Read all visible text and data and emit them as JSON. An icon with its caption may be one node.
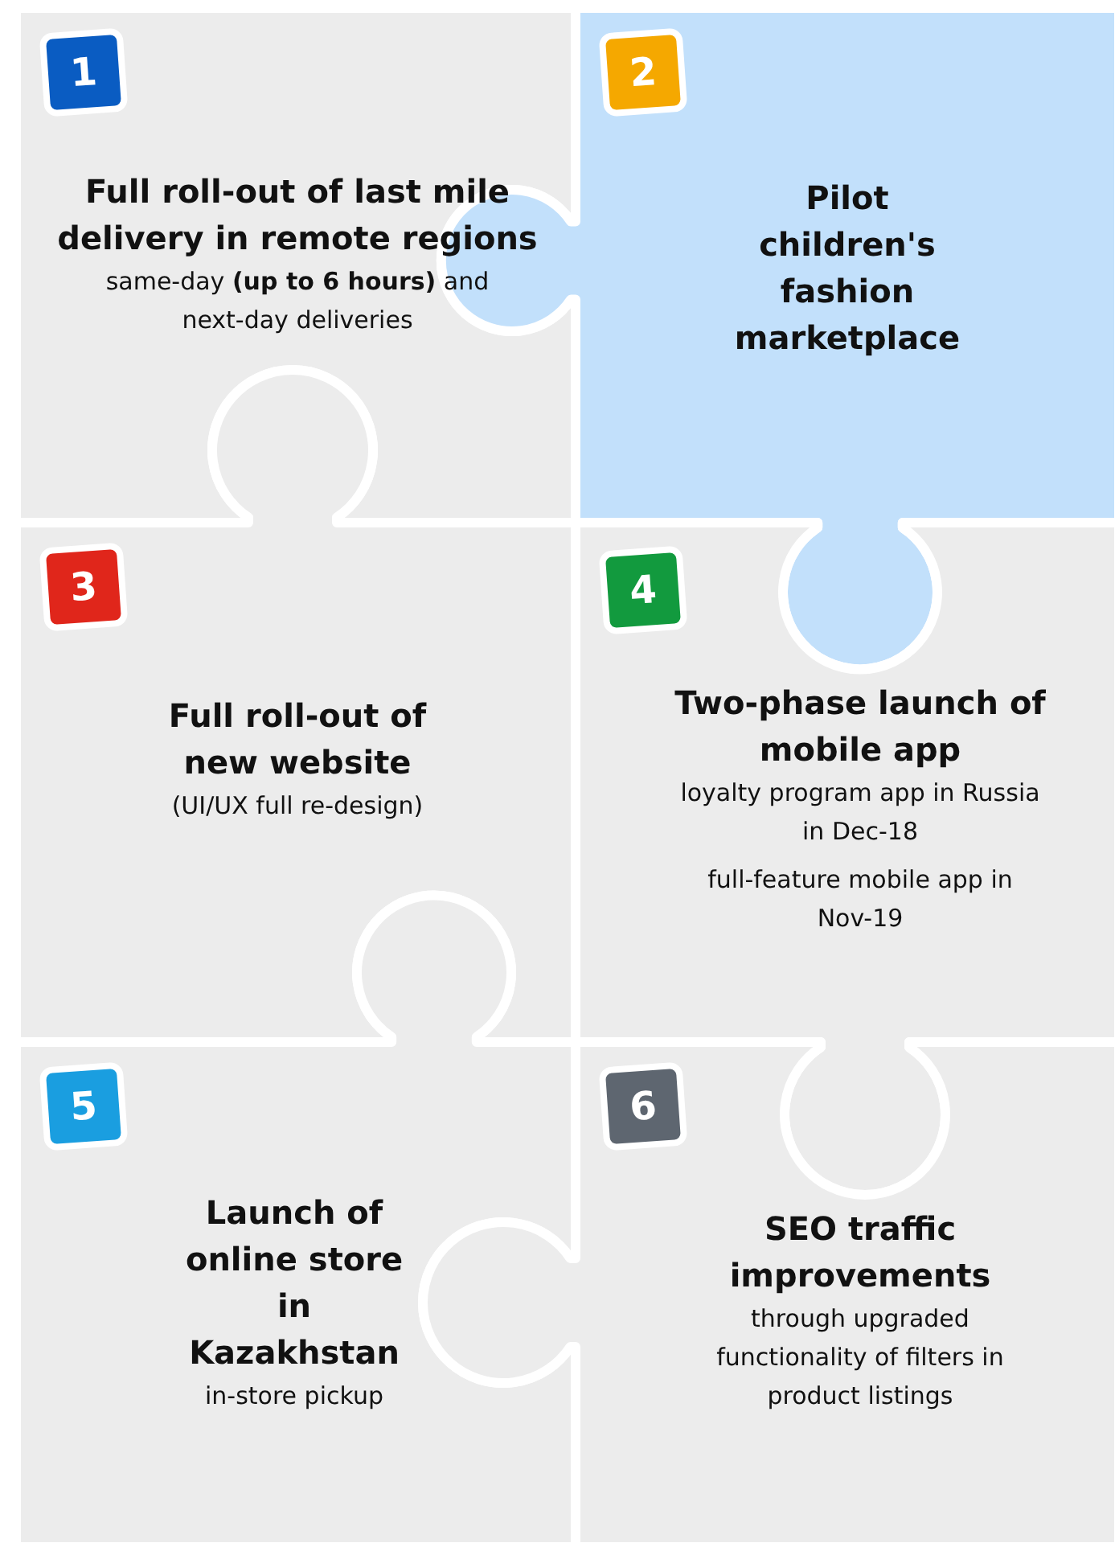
{
  "diagram": {
    "nodes": [
      {
        "text": [
          "Full roll-out of last mile delivery in remote regions",
          "same-day **(up to 6 hours)** and next-day deliveries"
        ]
      },
      {
        "text": [
          "1"
        ],
        "in": 0
      },
      {
        "text": [
          "Pilot children's fashion marketplace"
        ]
      },
      {
        "text": [
          "2"
        ],
        "in": 2
      },
      {
        "text": [
          "Full roll-out of new website",
          "(UI/UX full re-design)"
        ]
      },
      {
        "text": [
          "3"
        ],
        "in": 4
      },
      {
        "text": [
          "Two-phase launch of mobile app",
          "loyalty program app in Russia in Dec-18",
          "full-feature mobile app in Nov-19"
        ]
      },
      {
        "text": [
          "4"
        ],
        "in": 6
      },
      {
        "text": [
          "Launch of online store in Kazakhstan",
          "in-store pickup"
        ]
      },
      {
        "text": [
          "5"
        ],
        "in": 8
      },
      {
        "text": [
          "SEO traffic improvements",
          "through upgraded functionality of filters in product listings"
        ]
      },
      {
        "text": [
          "6"
        ],
        "in": 10
      }
    ]
  }
}
